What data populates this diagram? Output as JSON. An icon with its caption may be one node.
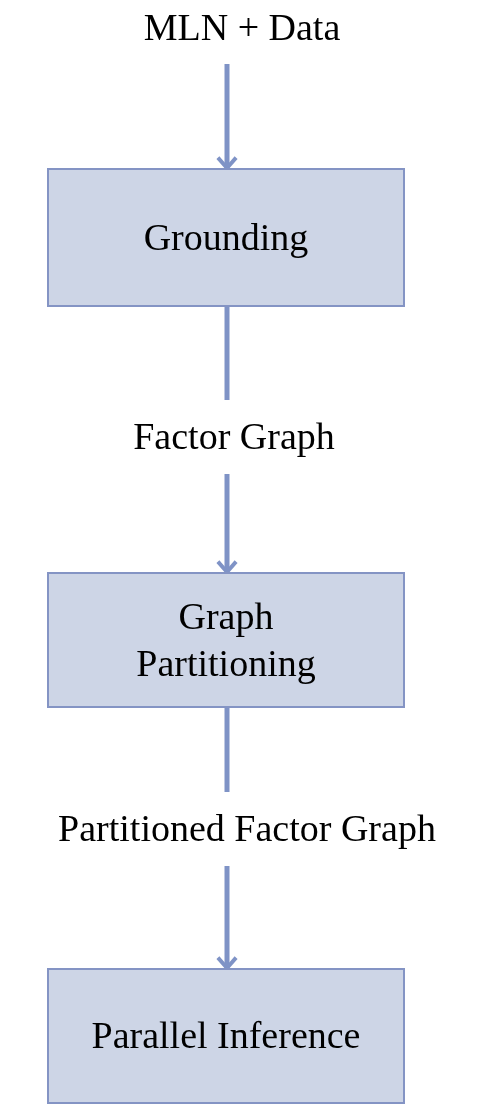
{
  "diagram": {
    "nodes": [
      {
        "text": [
          "MLN + Data"
        ]
      },
      {
        "text": [
          "Grounding"
        ]
      },
      {
        "text": [
          "Factor Graph"
        ]
      },
      {
        "text": [
          "Graph Partitioning"
        ]
      },
      {
        "text": [
          "Partitioned Factor Graph"
        ]
      },
      {
        "text": [
          "Parallel Inference"
        ]
      }
    ],
    "edges": [
      {
        "from": 0,
        "to": 1,
        "arrow": "to"
      },
      {
        "from": 1,
        "to": 2,
        "arrow": "none"
      },
      {
        "from": 2,
        "to": 3,
        "arrow": "to"
      },
      {
        "from": 3,
        "to": 4,
        "arrow": "none"
      },
      {
        "from": 4,
        "to": 5,
        "arrow": "to"
      }
    ]
  }
}
